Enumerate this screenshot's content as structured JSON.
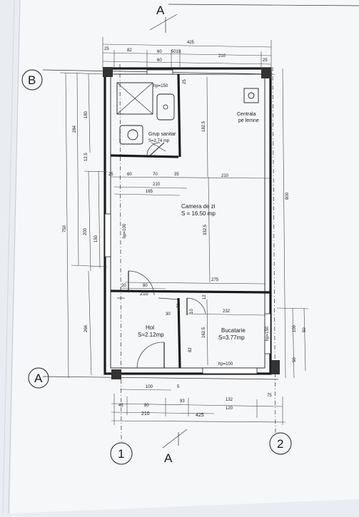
{
  "sections": {
    "top": "A",
    "bottom": "A"
  },
  "axes": {
    "left_top": "B",
    "left_bottom": "A",
    "bottom_left": "1",
    "bottom_right": "2"
  },
  "rooms": [
    {
      "key": "grup",
      "name": "Grup sanitar",
      "area": "S=2.74 mp"
    },
    {
      "key": "camera",
      "name": "Camera de zi",
      "area": "S = 16.50 mp"
    },
    {
      "key": "hol",
      "name": "Hol",
      "area": "S=2.12mp"
    },
    {
      "key": "bucatarie",
      "name": "Bucatarie",
      "area": "S=3.77mp"
    }
  ],
  "fixtures": {
    "centrala_line1": "Centrala",
    "centrala_line2": "pe lemne"
  },
  "openings": {
    "hp150_top": "hp=150",
    "hp100_left": "hp=100",
    "hp150_right": "hp=150",
    "hp100_bottom": "hp=100"
  },
  "dimensions": {
    "top_overall": "425",
    "top_25a": "25",
    "top_82": "82",
    "top_60a": "60",
    "top_5015": "5015",
    "top_210": "210",
    "top_25b": "25",
    "top_60b": "60",
    "top_25c": "25",
    "mid_25": "25",
    "mid_60": "60",
    "mid_70": "70",
    "mid_35": "35",
    "mid_210": "210",
    "mid_210b": "210",
    "mid_165": "165",
    "v_182_5": "182.5",
    "v_332_5": "332.5",
    "v_162_5": "162.5",
    "lower_80": "80",
    "lower_20": "20",
    "lower_210": "210",
    "lower_275": "275",
    "lower_30": "30",
    "lower_232": "232",
    "lower_10": "10",
    "lower_82": "82",
    "lower_12": "12",
    "lower_70": "70",
    "left_750": "750",
    "left_284": "284",
    "left_180": "180",
    "left_125": "12.5",
    "left_200": "200",
    "left_150": "150",
    "left_266": "266",
    "right_800": "800",
    "right_100": "100",
    "right_50a": "50",
    "right_50b": "50",
    "bot_100": "100",
    "bot_5": "5",
    "bot_45": "45",
    "bot_80": "80",
    "bot_93": "93",
    "bot_132": "132",
    "bot_75": "75",
    "bot_120": "120",
    "bot_210": "210",
    "bot_425": "425"
  },
  "colors": {
    "paper": "#f7f8f9",
    "line": "#1b1b1b",
    "background": "#e9edf2"
  }
}
